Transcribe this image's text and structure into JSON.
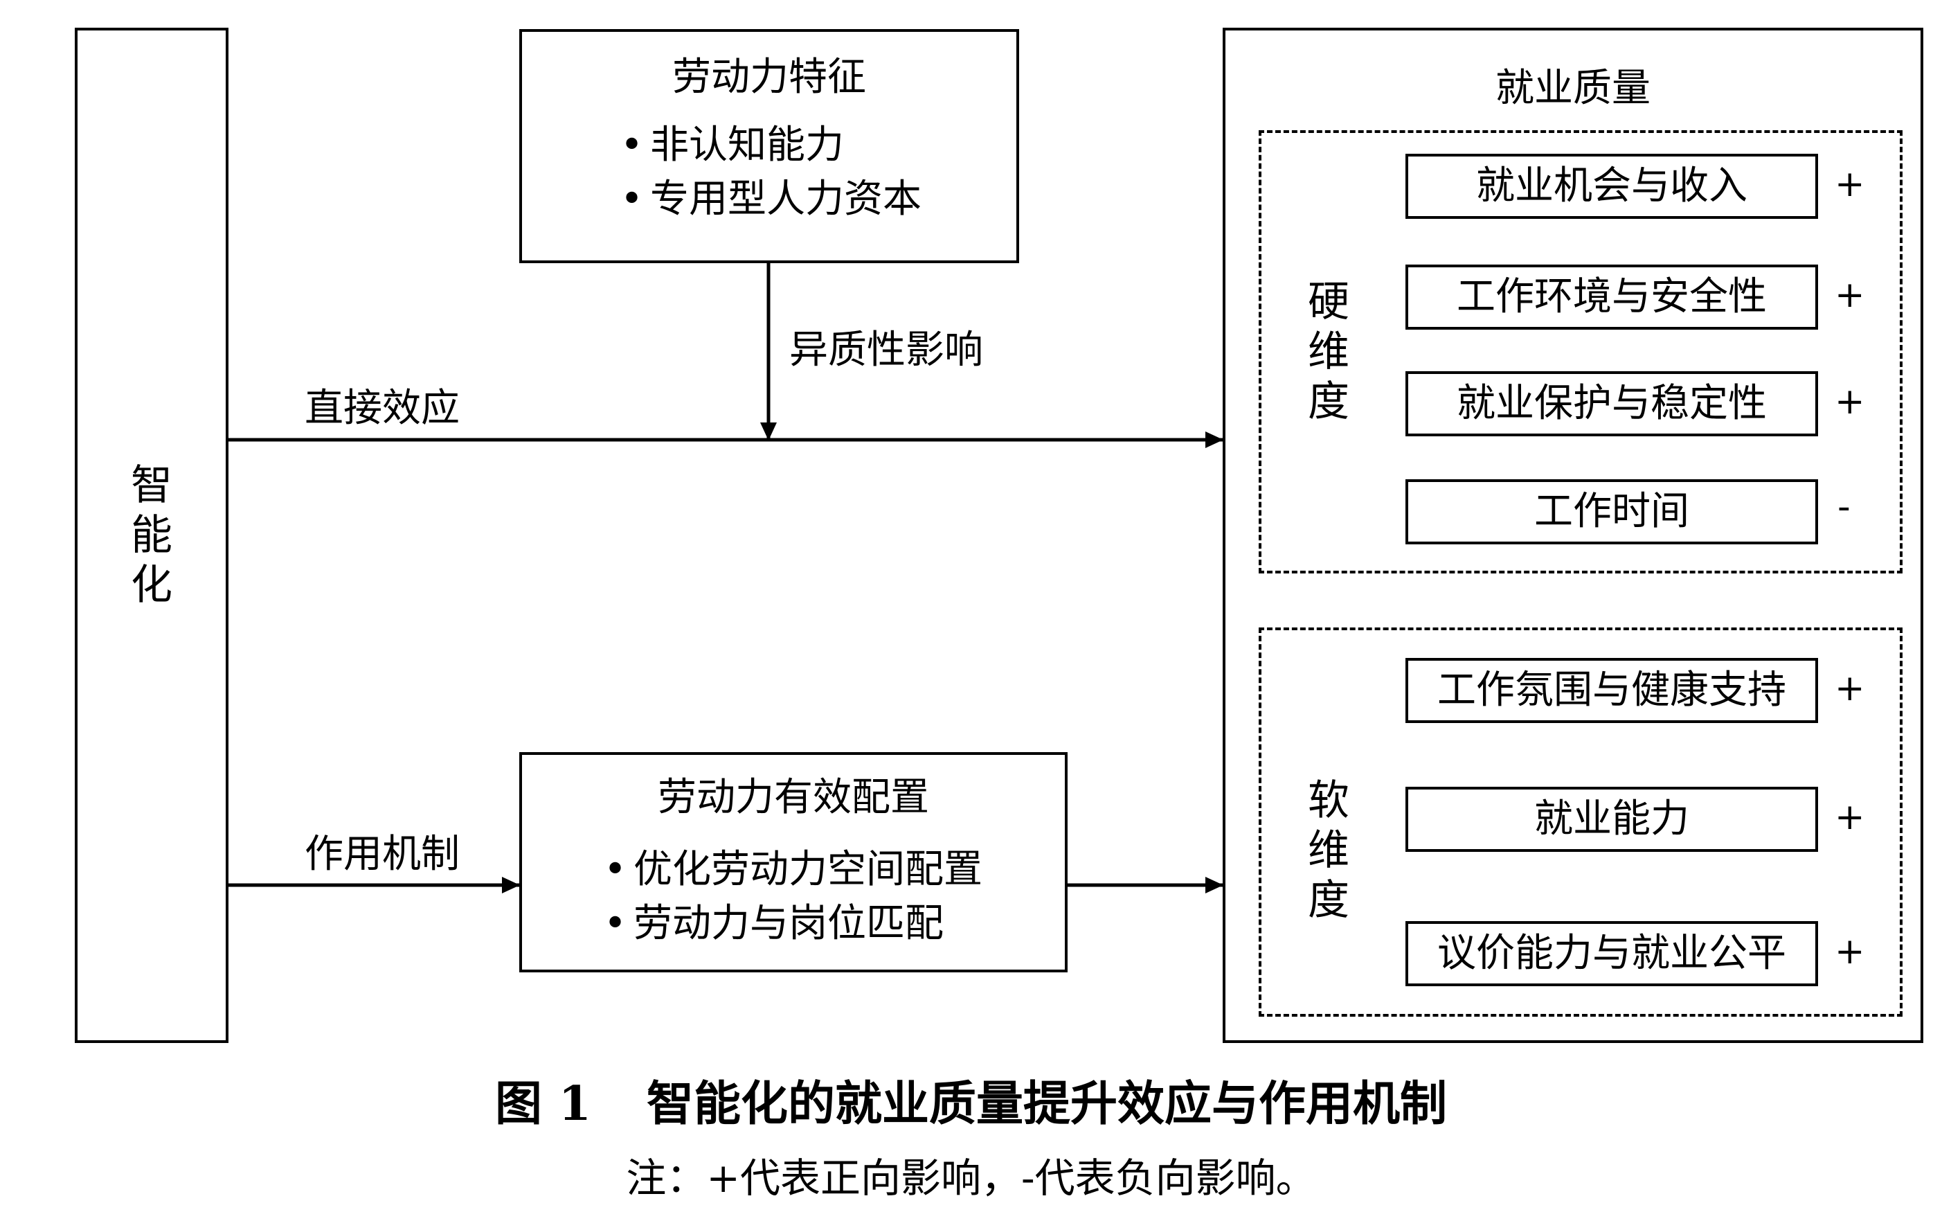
{
  "left_block": {
    "label": "智能化"
  },
  "top_block": {
    "title": "劳动力特征",
    "items": [
      "非认知能力",
      "专用型人力资本"
    ]
  },
  "bottom_block": {
    "title": "劳动力有效配置",
    "items": [
      "优化劳动力空间配置",
      "劳动力与岗位匹配"
    ]
  },
  "arrows": {
    "direct_effect": "直接效应",
    "heterogeneity": "异质性影响",
    "mechanism": "作用机制"
  },
  "right_block": {
    "title": "就业质量",
    "hard": {
      "label": "硬维度",
      "items": [
        {
          "label": "就业机会与收入",
          "sign": "+"
        },
        {
          "label": "工作环境与安全性",
          "sign": "+"
        },
        {
          "label": "就业保护与稳定性",
          "sign": "+"
        },
        {
          "label": "工作时间",
          "sign": "-"
        }
      ]
    },
    "soft": {
      "label": "软维度",
      "items": [
        {
          "label": "工作氛围与健康支持",
          "sign": "+"
        },
        {
          "label": "就业能力",
          "sign": "+"
        },
        {
          "label": "议价能力与就业公平",
          "sign": "+"
        }
      ]
    }
  },
  "caption": {
    "figure_no": "图 1",
    "title": "智能化的就业质量提升效应与作用机制"
  },
  "note": "注：+代表正向影响，-代表负向影响。"
}
